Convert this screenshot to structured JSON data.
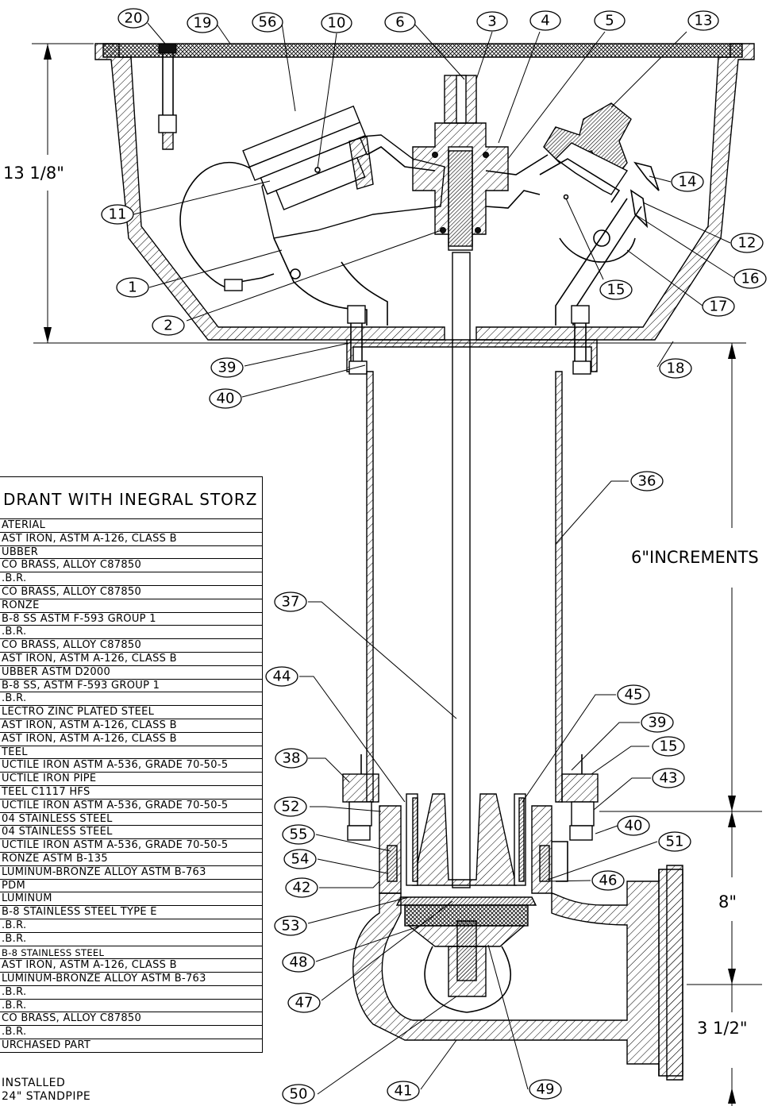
{
  "bom": {
    "title": "DRANT WITH INEGRAL STORZ",
    "rows": [
      "ATERIAL",
      "AST IRON, ASTM A-126, CLASS B",
      "UBBER",
      "CO BRASS, ALLOY C87850",
      ".B.R.",
      "CO BRASS, ALLOY C87850",
      "RONZE",
      "B-8 SS ASTM F-593 GROUP 1",
      ".B.R.",
      "CO BRASS, ALLOY C87850",
      "AST IRON, ASTM A-126, CLASS B",
      "UBBER ASTM D2000",
      "B-8 SS, ASTM F-593 GROUP 1",
      ".B.R.",
      "LECTRO ZINC PLATED STEEL",
      "AST IRON, ASTM A-126, CLASS B",
      "AST IRON, ASTM A-126, CLASS B",
      "TEEL",
      "UCTILE IRON ASTM A-536, GRADE 70-50-5",
      "UCTILE IRON PIPE",
      "TEEL C1117 HFS",
      "UCTILE IRON ASTM A-536, GRADE 70-50-5",
      "04 STAINLESS STEEL",
      "04 STAINLESS STEEL",
      "UCTILE IRON ASTM A-536, GRADE 70-50-5",
      "RONZE ASTM B-135",
      "LUMINUM-BRONZE ALLOY ASTM B-763",
      "PDM",
      "LUMINUM",
      "B-8 STAINLESS STEEL TYPE E",
      ".B.R.",
      ".B.R.",
      "B-8 STAINLESS STEEL",
      "AST IRON, ASTM A-126, CLASS B",
      "LUMINUM-BRONZE ALLOY ASTM B-763",
      ".B.R.",
      ".B.R.",
      "CO BRASS, ALLOY C87850",
      ".B.R.",
      "URCHASED PART"
    ],
    "notes": [
      "INSTALLED",
      "24\" STANDPIPE"
    ]
  },
  "dimensions": {
    "top_height": "13 1/8\"",
    "standpipe": "6\"INCREMENTS",
    "base_height": "8\"",
    "outlet_height": "3 1/2\""
  },
  "callouts": [
    "20",
    "19",
    "56",
    "10",
    "6",
    "3",
    "4",
    "5",
    "13",
    "14",
    "11",
    "12",
    "15",
    "16",
    "17",
    "1",
    "2",
    "18",
    "39",
    "40",
    "36",
    "37",
    "44",
    "45",
    "38",
    "15",
    "43",
    "52",
    "40",
    "55",
    "51",
    "54",
    "46",
    "42",
    "53",
    "48",
    "47",
    "50",
    "41",
    "49"
  ]
}
